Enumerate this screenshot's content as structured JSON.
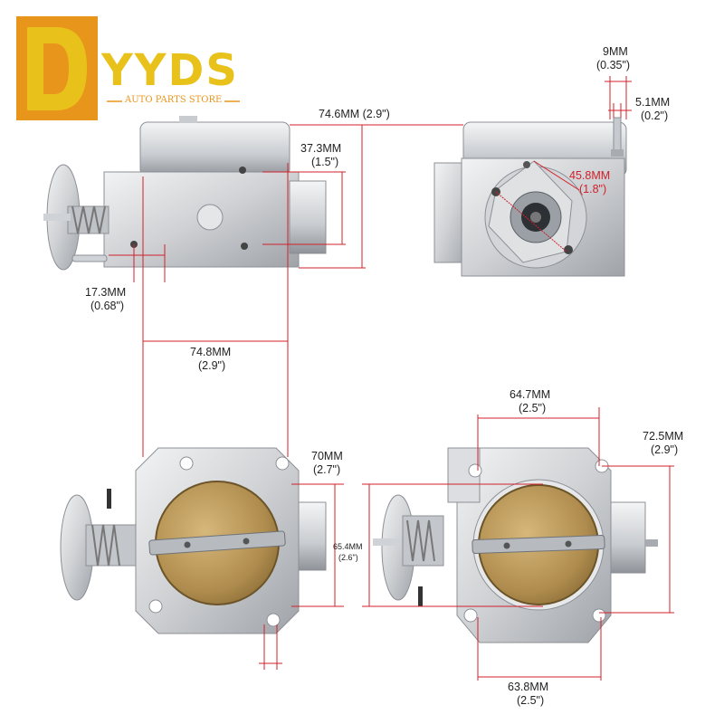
{
  "brand": {
    "logo_letter": "D",
    "name": "YYDS",
    "tagline": "AUTO PARTS STORE",
    "gold": "#e8c21a",
    "orange": "#e8951c"
  },
  "colors": {
    "dimension_line": "#d0202a",
    "aluminum": "#d9dadc",
    "aluminum_dark": "#a8abaf",
    "brass": "#b8965a"
  },
  "dimensions": {
    "top_left_width": "74.6MM (2.9\")",
    "top_left_height_mm": "37.3MM",
    "top_left_height_in": "(1.5\")",
    "top_left_bottom_mm": "17.3MM",
    "top_left_bottom_in": "(0.68\")",
    "top_right_pin_mm": "9MM",
    "top_right_pin_in": "(0.35\")",
    "top_right_pin_small_mm": "5.1MM",
    "top_right_pin_small_in": "(0.2\")",
    "top_right_bolt_mm": "45.8MM",
    "top_right_bolt_in": "(1.8\")",
    "middle_mm": "74.8MM",
    "middle_in": "(2.9\")",
    "bottom_left_mm": "70MM",
    "bottom_left_in": "(2.7\")",
    "bore_mm": "65.4MM",
    "bore_in": "(2.6\")",
    "bottom_right_top_mm": "64.7MM",
    "bottom_right_top_in": "(2.5\")",
    "bottom_right_side_mm": "72.5MM",
    "bottom_right_side_in": "(2.9\")",
    "bottom_right_bottom_mm": "63.8MM",
    "bottom_right_bottom_in": "(2.5\")"
  }
}
